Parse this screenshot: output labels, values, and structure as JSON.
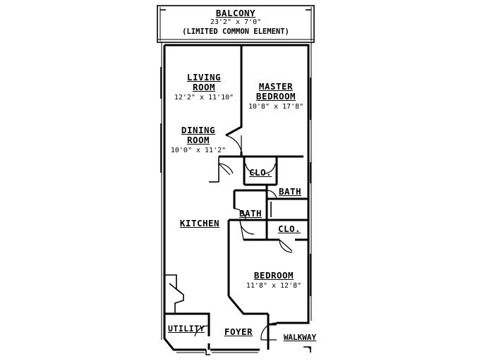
{
  "rooms": {
    "balcony": {
      "name": "BALCONY",
      "dims": "23'2\" x 7'0\"",
      "note": "(LIMITED COMMON ELEMENT)"
    },
    "living_room": {
      "name_line1": "LIVING",
      "name_line2": "ROOM",
      "dims": "12'2\" x 11'10\""
    },
    "master_bedroom": {
      "name_line1": "MASTER",
      "name_line2": "BEDROOM",
      "dims": "10'8\" x 17'8\""
    },
    "dining_room": {
      "name_line1": "DINING",
      "name_line2": "ROOM",
      "dims": "10'0\" x 11'2\""
    },
    "closet_master": {
      "name": "CLO."
    },
    "bath_master": {
      "name": "BATH"
    },
    "bath_hall": {
      "name": "BATH"
    },
    "kitchen": {
      "name": "KITCHEN"
    },
    "closet_bedroom": {
      "name": "CLO."
    },
    "bedroom": {
      "name": "BEDROOM",
      "dims": "11'8\" x 12'8\""
    },
    "utility": {
      "name": "UTILITY"
    },
    "foyer": {
      "name": "FOYER"
    },
    "walkway": {
      "name": "WALKWAY"
    }
  }
}
